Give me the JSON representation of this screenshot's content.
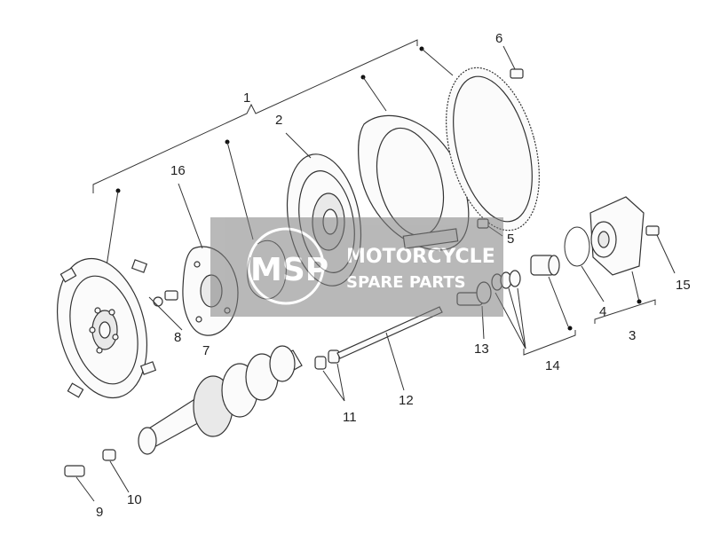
{
  "callouts": {
    "c1": "1",
    "c2": "2",
    "c3": "3",
    "c4": "4",
    "c5": "5",
    "c6": "6",
    "c7": "7",
    "c8": "8",
    "c9": "9",
    "c10": "10",
    "c11": "11",
    "c12": "12",
    "c13": "13",
    "c14": "14",
    "c15": "15",
    "c16": "16"
  },
  "watermark": {
    "logo": "MSP",
    "line1": "MOTORCYCLE",
    "line2": "SPARE PARTS"
  },
  "colors": {
    "line": "#333333",
    "watermark": "#7f7f7f"
  }
}
